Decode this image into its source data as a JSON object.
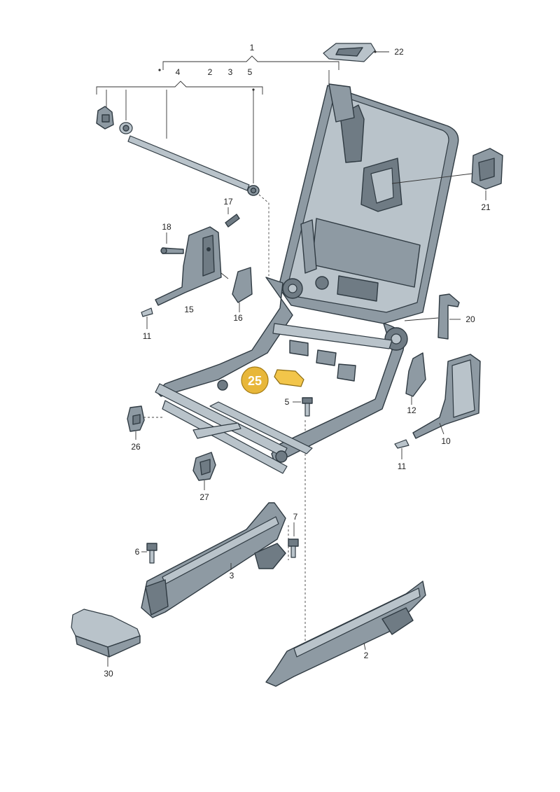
{
  "callouts": [
    {
      "id": "c1",
      "text": "1"
    },
    {
      "id": "c22",
      "text": "22"
    },
    {
      "id": "c4",
      "text": "4"
    },
    {
      "id": "c2a",
      "text": "2"
    },
    {
      "id": "c3a",
      "text": "3"
    },
    {
      "id": "c5a",
      "text": "5"
    },
    {
      "id": "c21",
      "text": "21"
    },
    {
      "id": "c17",
      "text": "17"
    },
    {
      "id": "c18",
      "text": "18"
    },
    {
      "id": "c15",
      "text": "15"
    },
    {
      "id": "c16",
      "text": "16"
    },
    {
      "id": "c11a",
      "text": "11"
    },
    {
      "id": "c20",
      "text": "20"
    },
    {
      "id": "c5b",
      "text": "5"
    },
    {
      "id": "c12",
      "text": "12"
    },
    {
      "id": "c10",
      "text": "10"
    },
    {
      "id": "c26",
      "text": "26"
    },
    {
      "id": "c11b",
      "text": "11"
    },
    {
      "id": "c27",
      "text": "27"
    },
    {
      "id": "c7",
      "text": "7"
    },
    {
      "id": "c6",
      "text": "6"
    },
    {
      "id": "c3b",
      "text": "3"
    },
    {
      "id": "c2b",
      "text": "2"
    },
    {
      "id": "c30",
      "text": "30"
    }
  ],
  "highlight": {
    "text": "25",
    "color": "#e8b73a"
  }
}
